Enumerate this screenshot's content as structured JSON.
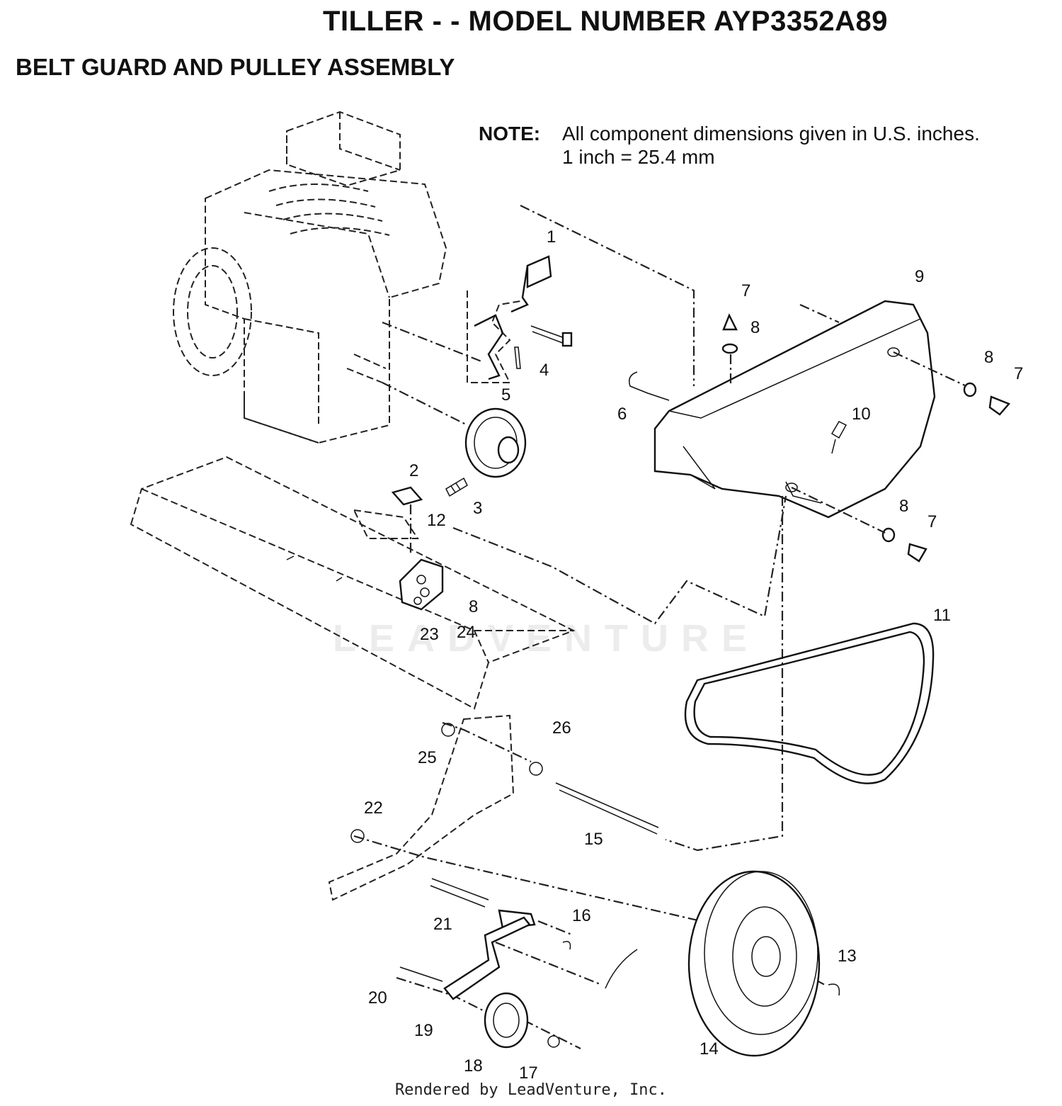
{
  "header": {
    "title": "TILLER - - MODEL NUMBER AYP3352A89",
    "subtitle": "BELT GUARD AND PULLEY ASSEMBLY"
  },
  "note": {
    "label": "NOTE:",
    "line1": "All component dimensions given in U.S. inches.",
    "line2": "1 inch = 25.4 mm"
  },
  "watermark": "LEADVENTURE",
  "footer": "Rendered by LeadVenture, Inc.",
  "callouts": [
    "1",
    "2",
    "3",
    "4",
    "5",
    "6",
    "7",
    "8",
    "9",
    "10",
    "11",
    "12",
    "7",
    "8",
    "8",
    "7",
    "8",
    "23",
    "24",
    "26",
    "25",
    "15",
    "22",
    "21",
    "16",
    "20",
    "19",
    "18",
    "17",
    "13",
    "14"
  ]
}
